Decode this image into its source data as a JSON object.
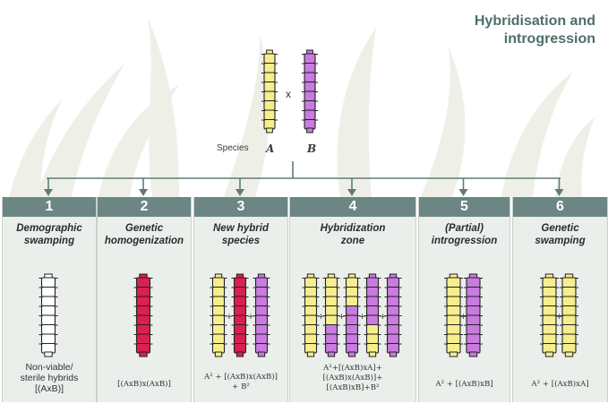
{
  "title_line1": "Hybridisation and",
  "title_line2": "introgression",
  "species": {
    "label": "Species",
    "a": "A",
    "b": "B",
    "cross": "x"
  },
  "colors": {
    "yellow": "#f6ee8d",
    "purple": "#c97be0",
    "red": "#dc1f4f",
    "white": "#ffffff",
    "header": "#6b8683",
    "arrow": "#5f7c78"
  },
  "panels": [
    {
      "number": "1",
      "title_lines": [
        "Demographic",
        "swamping"
      ],
      "formula_lines": [
        "Non-viable/",
        "sterile hybrids",
        "[(AxB)]"
      ]
    },
    {
      "number": "2",
      "title_lines": [
        "Genetic",
        "homogenization"
      ],
      "formula_lines": [
        "[(AxB)x(AxB)]"
      ]
    },
    {
      "number": "3",
      "title_lines": [
        "New hybrid",
        "species"
      ],
      "formula_lines": [
        "A² + [(AxB)x(AxB)]",
        "+ B²"
      ]
    },
    {
      "number": "4",
      "title_lines": [
        "Hybridization",
        "zone"
      ],
      "formula_lines": [
        "A²+[(AxB)xA]+",
        "[(AxB)x(AxB)]+",
        "[(AxB)xB]+B²"
      ]
    },
    {
      "number": "5",
      "title_lines": [
        "(Partial)",
        "introgression"
      ],
      "formula_lines": [
        "A² + [(AxB)xB]"
      ]
    },
    {
      "number": "6",
      "title_lines": [
        "Genetic",
        "swamping"
      ],
      "formula_lines": [
        "A² + [(AxB)xA]"
      ]
    }
  ]
}
